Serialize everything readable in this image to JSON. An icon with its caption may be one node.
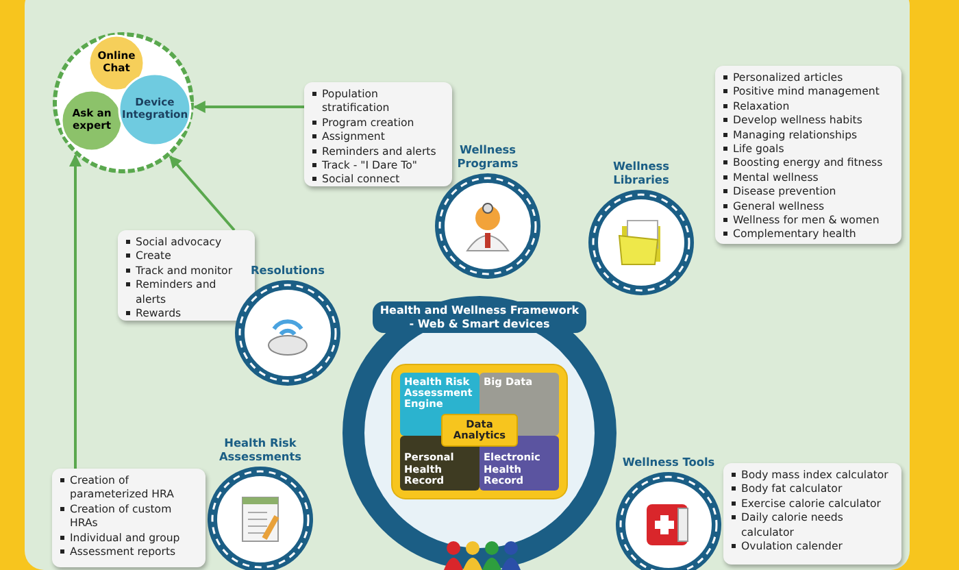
{
  "diagram": {
    "nodes": [
      {
        "text": [],
        "shape": "circle"
      },
      {
        "text": [
          "Online Chat"
        ],
        "in": 0
      },
      {
        "text": [
          "Ask an expert"
        ],
        "in": 0
      },
      {
        "text": [
          "Device Integration"
        ],
        "in": 0
      },
      {
        "text": [
          "Population stratification",
          "Program creation",
          "Assignment",
          "Reminders and alerts",
          "Track - \"I Dare To\"",
          "Social connect"
        ]
      },
      {
        "text": [
          "Wellness Programs"
        ]
      },
      {
        "text": [
          "Social advocacy",
          "Create",
          "Track and monitor",
          "Reminders and alerts",
          "Rewards"
        ]
      },
      {
        "text": [
          "Resolutions"
        ]
      },
      {
        "text": [
          "Wellness Libraries"
        ]
      },
      {
        "text": [
          "Personalized articles",
          "Positive mind management",
          "Relaxation",
          "Develop wellness habits",
          "Managing relationships",
          "Life goals",
          "Boosting energy and fitness",
          "Mental wellness",
          "Disease prevention",
          "General wellness",
          "Wellness for men & women",
          "Complementary health"
        ]
      },
      {
        "text": [
          "Health and Wellness Framework - Web & Smart devices"
        ]
      },
      {
        "text": [],
        "shape": "box",
        "in": 10
      },
      {
        "text": [
          "Health Risk Assessment Engine"
        ],
        "in": 11
      },
      {
        "text": [
          "Big Data"
        ],
        "in": 11
      },
      {
        "text": [
          "Data Analytics"
        ],
        "in": 11
      },
      {
        "text": [
          "Personal Health Record"
        ],
        "in": 11
      },
      {
        "text": [
          "Electronic Health Record"
        ],
        "in": 11
      },
      {
        "text": [
          "Health Risk Assessments"
        ]
      },
      {
        "text": [
          "Creation of parameterized HRA",
          "Creation of custom HRAs",
          "Individual and group",
          "Assessment reports"
        ]
      },
      {
        "text": [
          "Wellness Tools"
        ]
      },
      {
        "text": [
          "Body mass index calculator",
          "Body fat calculator",
          "Exercise calorie calculator",
          "Daily calorie needs calculator",
          "Ovulation calender"
        ]
      }
    ],
    "edges": [
      {
        "from": 4,
        "to": 0,
        "arrow": "to"
      },
      {
        "from": 6,
        "to": 0,
        "arrow": "to"
      },
      {
        "from": 18,
        "to": 0,
        "arrow": "to"
      }
    ]
  }
}
